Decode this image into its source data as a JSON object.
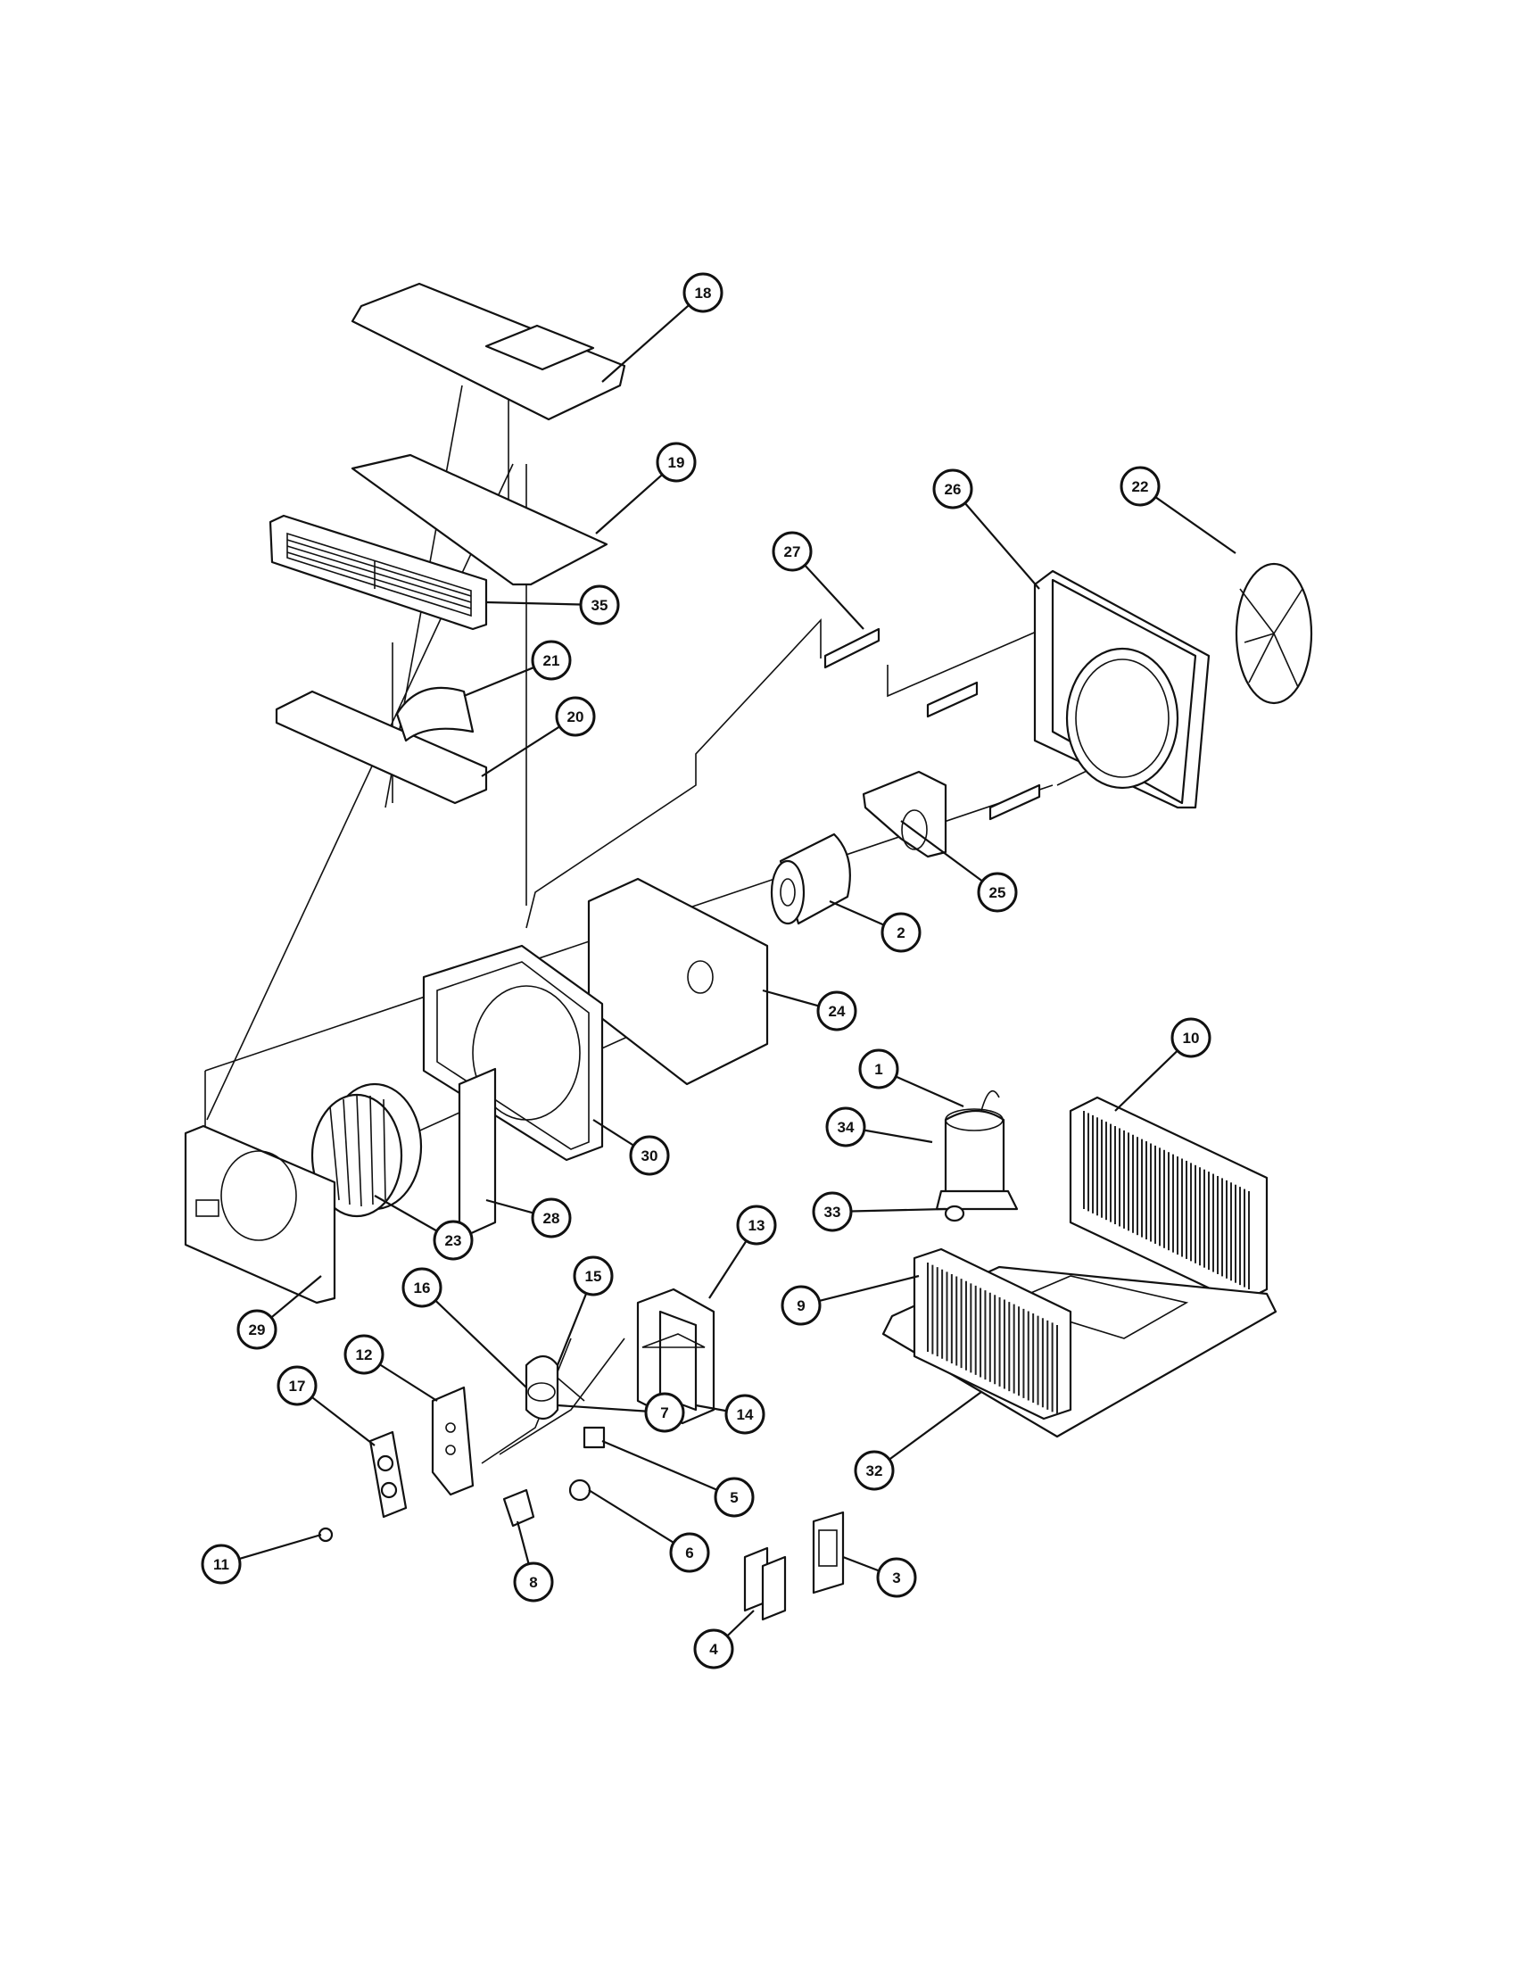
{
  "diagram": {
    "callouts": [
      {
        "id": "1",
        "label": "1"
      },
      {
        "id": "2",
        "label": "2"
      },
      {
        "id": "3",
        "label": "3"
      },
      {
        "id": "4",
        "label": "4"
      },
      {
        "id": "5",
        "label": "5"
      },
      {
        "id": "6",
        "label": "6"
      },
      {
        "id": "7",
        "label": "7"
      },
      {
        "id": "8",
        "label": "8"
      },
      {
        "id": "9",
        "label": "9"
      },
      {
        "id": "10",
        "label": "10"
      },
      {
        "id": "11",
        "label": "11"
      },
      {
        "id": "12",
        "label": "12"
      },
      {
        "id": "13",
        "label": "13"
      },
      {
        "id": "14",
        "label": "14"
      },
      {
        "id": "15",
        "label": "15"
      },
      {
        "id": "16",
        "label": "16"
      },
      {
        "id": "17",
        "label": "17"
      },
      {
        "id": "18",
        "label": "18"
      },
      {
        "id": "19",
        "label": "19"
      },
      {
        "id": "20",
        "label": "20"
      },
      {
        "id": "21",
        "label": "21"
      },
      {
        "id": "22",
        "label": "22"
      },
      {
        "id": "23",
        "label": "23"
      },
      {
        "id": "24",
        "label": "24"
      },
      {
        "id": "25",
        "label": "25"
      },
      {
        "id": "26",
        "label": "26"
      },
      {
        "id": "27",
        "label": "27"
      },
      {
        "id": "28",
        "label": "28"
      },
      {
        "id": "29",
        "label": "29"
      },
      {
        "id": "30",
        "label": "30"
      },
      {
        "id": "32",
        "label": "32"
      },
      {
        "id": "33",
        "label": "33"
      },
      {
        "id": "34",
        "label": "34"
      },
      {
        "id": "35",
        "label": "35"
      }
    ]
  }
}
